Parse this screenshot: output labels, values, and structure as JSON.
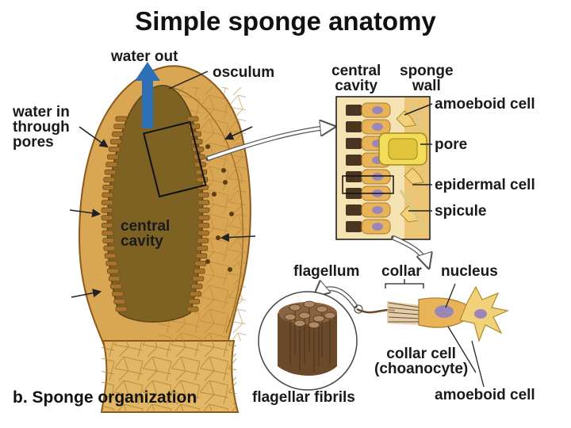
{
  "title": "Simple sponge anatomy",
  "caption": {
    "prefix": "b.",
    "text": "Sponge organization"
  },
  "labels": {
    "water_out": "water out",
    "osculum": "osculum",
    "water_in": [
      "water in",
      "through",
      "pores"
    ],
    "central_cavity_main": [
      "central",
      "cavity"
    ],
    "central_cavity_inset": [
      "central",
      "cavity"
    ],
    "sponge_wall": [
      "sponge",
      "wall"
    ],
    "amoeboid_cell_inset": "amoeboid cell",
    "pore": "pore",
    "epidermal_cell": "epidermal cell",
    "spicule": "spicule",
    "flagellum": "flagellum",
    "collar": "collar",
    "nucleus": "nucleus",
    "collar_cell": [
      "collar cell",
      "(choanocyte)"
    ],
    "amoeboid_cell_bottom": "amoeboid cell",
    "flagellar_fibrils": "flagellar fibrils"
  },
  "colors": {
    "body_fill": "#d9a653",
    "body_outline": "#8a5a1c",
    "cavity_fill": "#7d6224",
    "collar_cells": "#a8742c",
    "water_out_arrow": "#2f6fb5",
    "pore_yellow": "#f3dc5a",
    "inset_background": "#f6e3b3",
    "nucleus_purple": "#9b86b8",
    "fibril_brown": "#6b4a2c",
    "epidermal_orange": "#e9b458"
  },
  "icons": [
    "water-out-arrow",
    "inflow-arrow",
    "callout-arrow"
  ]
}
